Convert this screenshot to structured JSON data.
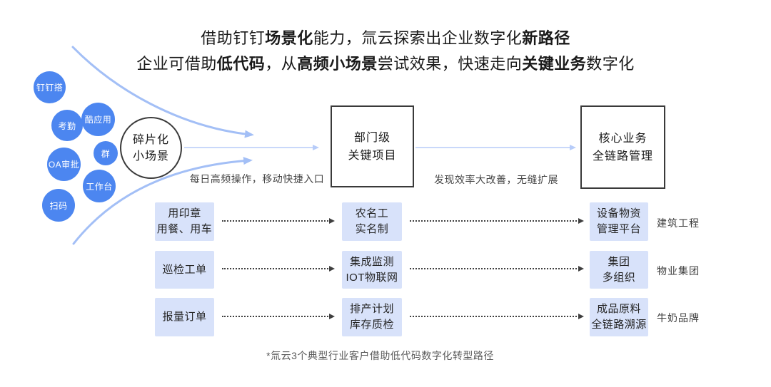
{
  "title": {
    "line1": [
      {
        "t": "借助钉钉"
      },
      {
        "t": "场景化",
        "b": true
      },
      {
        "t": "能力，氚云探索出企业数字化"
      },
      {
        "t": "新路径",
        "b": true
      }
    ],
    "line2": [
      {
        "t": "企业可借助"
      },
      {
        "t": "低代码",
        "b": true
      },
      {
        "t": "，从"
      },
      {
        "t": "高频小场景",
        "b": true
      },
      {
        "t": "尝试效果，快速走向"
      },
      {
        "t": "关键业务",
        "b": true
      },
      {
        "t": "数字化"
      }
    ]
  },
  "funnel": {
    "sources": [
      "钉钉搭",
      "考勤",
      "酷应用",
      "群",
      "OA审批",
      "工作台",
      "扫码"
    ],
    "stage1": {
      "line1": "碎片化",
      "line2": "小场景"
    },
    "stage2": {
      "line1": "部门级",
      "line2": "关键项目"
    },
    "stage3": {
      "line1": "核心业务",
      "line2": "全链路管理"
    },
    "caption1": "每日高频操作，移动快捷入口",
    "caption2": "发现效率大改善，无缝扩展"
  },
  "rows": [
    {
      "col1": [
        "用印章",
        "用餐、用车"
      ],
      "col2": [
        "农名工",
        "实名制"
      ],
      "col3": [
        "设备物资",
        "管理平台"
      ],
      "industry": "建筑工程"
    },
    {
      "col1": [
        "巡检工单"
      ],
      "col2": [
        "集成监测",
        "IOT物联网"
      ],
      "col3": [
        "集团",
        "多组织"
      ],
      "industry": "物业集团"
    },
    {
      "col1": [
        "报量订单"
      ],
      "col2": [
        "排产计划",
        "库存质检"
      ],
      "col3": [
        "成品原料",
        "全链路溯源"
      ],
      "industry": "牛奶品牌"
    }
  ],
  "footnote": "*氚云3个典型行业客户借助低代码数字化转型路径",
  "colors": {
    "source_circle": "#4C86F0",
    "light_box": "#D8E2FA",
    "funnel_curve": "#A3BFF6",
    "thin_arrow": "#B7CCF9",
    "node_border": "#3A3A3A",
    "dotted_arrow": "#3F3F3F"
  }
}
